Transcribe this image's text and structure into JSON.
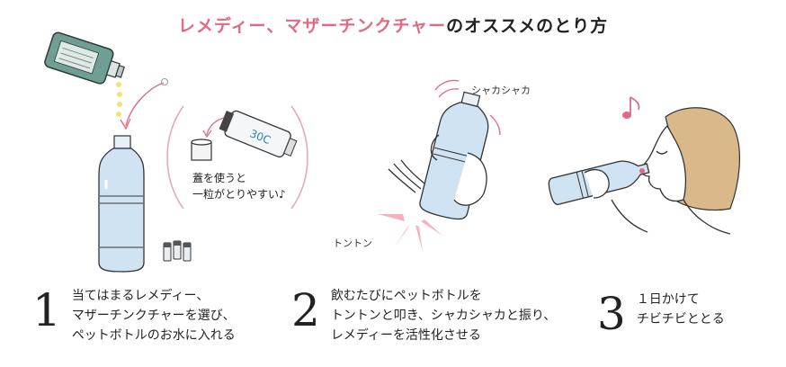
{
  "title": {
    "highlight": "レメディー、マザーチンクチャー",
    "rest": "のオススメのとり方"
  },
  "captions": {
    "cap_tip_line1": "蓋を使うと",
    "cap_tip_line2": "一粒がとりやすい♪",
    "shake_sound": "シャカシャカ",
    "tap_sound": "トントン",
    "bottle_label": "30C"
  },
  "steps": [
    {
      "number": "1",
      "lines": [
        "当てはまるレメディー、",
        "マザーチンクチャーを選び、",
        "ペットボトルのお水に入れる"
      ]
    },
    {
      "number": "2",
      "lines": [
        "飲むたびにペットボトルを",
        "トントンと叩き、シャカシャカと振り、",
        "レメディーを活性化させる"
      ]
    },
    {
      "number": "3",
      "lines": [
        "１日かけて",
        "チビチビととる"
      ]
    }
  ],
  "colors": {
    "accent_pink": "#e06a85",
    "bottle_blue": "#cfe3f2",
    "hair_tan": "#d9b98a",
    "pellet_yellow": "#f2e27a",
    "vial_green": "#6f9e95"
  }
}
